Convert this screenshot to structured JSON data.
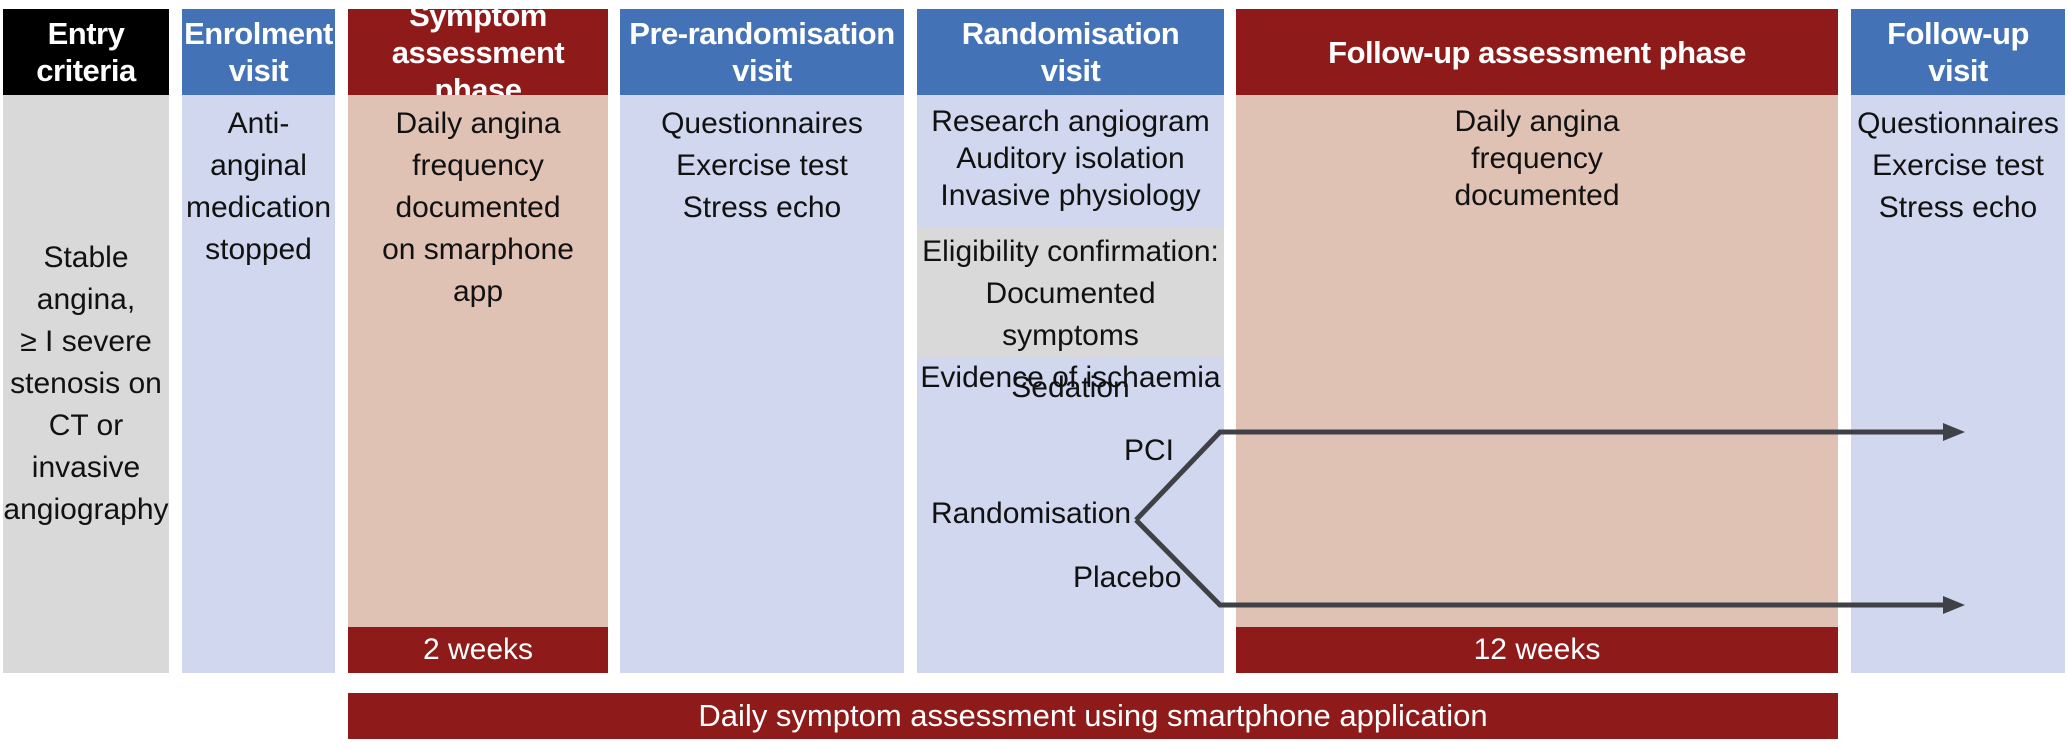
{
  "colors": {
    "blue_header": "#4472b7",
    "red_header": "#8f1a1a",
    "blue_body": "#d0d7ee",
    "red_body": "#e0c2b5",
    "grey_body": "#d9d9d9",
    "entry_header": "#000000",
    "arrow": "#3f4147"
  },
  "entry": {
    "title": "Entry\ncriteria",
    "text": "Stable\nangina,\n≥ I severe\nstenosis on\nCT or\ninvasive\nangiography"
  },
  "enrolment": {
    "title": "Enrolment\nvisit",
    "text": "Anti-\nanginal\nmedication\nstopped"
  },
  "symptom": {
    "title": "Symptom\nassessment phase",
    "text": "Daily angina\nfrequency\ndocumented\non smarphone\napp",
    "duration": "2 weeks"
  },
  "prerandom": {
    "title": "Pre-randomisation\nvisit",
    "text": "Questionnaires\nExercise test\nStress echo"
  },
  "randomvisit": {
    "title": "Randomisation\nvisit",
    "text": "Research angiogram\nAuditory isolation\nInvasive physiology",
    "eligibility": "Eligibility confirmation:\nDocumented symptoms\nEvidence of ischaemia",
    "sedation": "Sedation",
    "randomisation": "Randomisation",
    "pci": "PCI",
    "placebo": "Placebo"
  },
  "followphase": {
    "title": "Follow-up assessment phase",
    "text": "Daily angina\nfrequency\ndocumented",
    "duration": "12 weeks"
  },
  "followvisit": {
    "title": "Follow-up\nvisit",
    "text": "Questionnaires\nExercise test\nStress echo"
  },
  "bottom_bar": "Daily symptom assessment using smartphone application"
}
